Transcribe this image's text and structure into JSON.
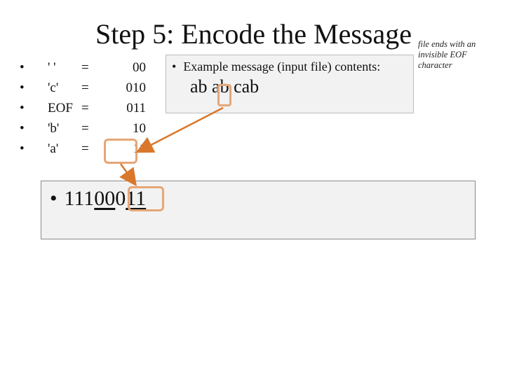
{
  "slide": {
    "title": "Step 5: Encode the Message",
    "note": "file ends with an invisible EOF character",
    "bullet": "•"
  },
  "codes": [
    {
      "symbol": "' '",
      "eq": "=",
      "bits": "00"
    },
    {
      "symbol": "'c'",
      "eq": "=",
      "bits": "010"
    },
    {
      "symbol": "EOF",
      "eq": "=",
      "bits": "011"
    },
    {
      "symbol": "'b'",
      "eq": "=",
      "bits": "10"
    },
    {
      "symbol": "'a'",
      "eq": "=",
      "bits": "11"
    }
  ],
  "example": {
    "label": "Example message (input file) contents:",
    "text": "ab ab cab"
  },
  "result": {
    "bits_part1": "111",
    "bits_part2": "00",
    "bits_part3": "0",
    "bits_part4": "11"
  },
  "colors": {
    "highlight": "#e6a676",
    "arrow": "#d9782c",
    "box_fill": "#f2f2f2"
  }
}
